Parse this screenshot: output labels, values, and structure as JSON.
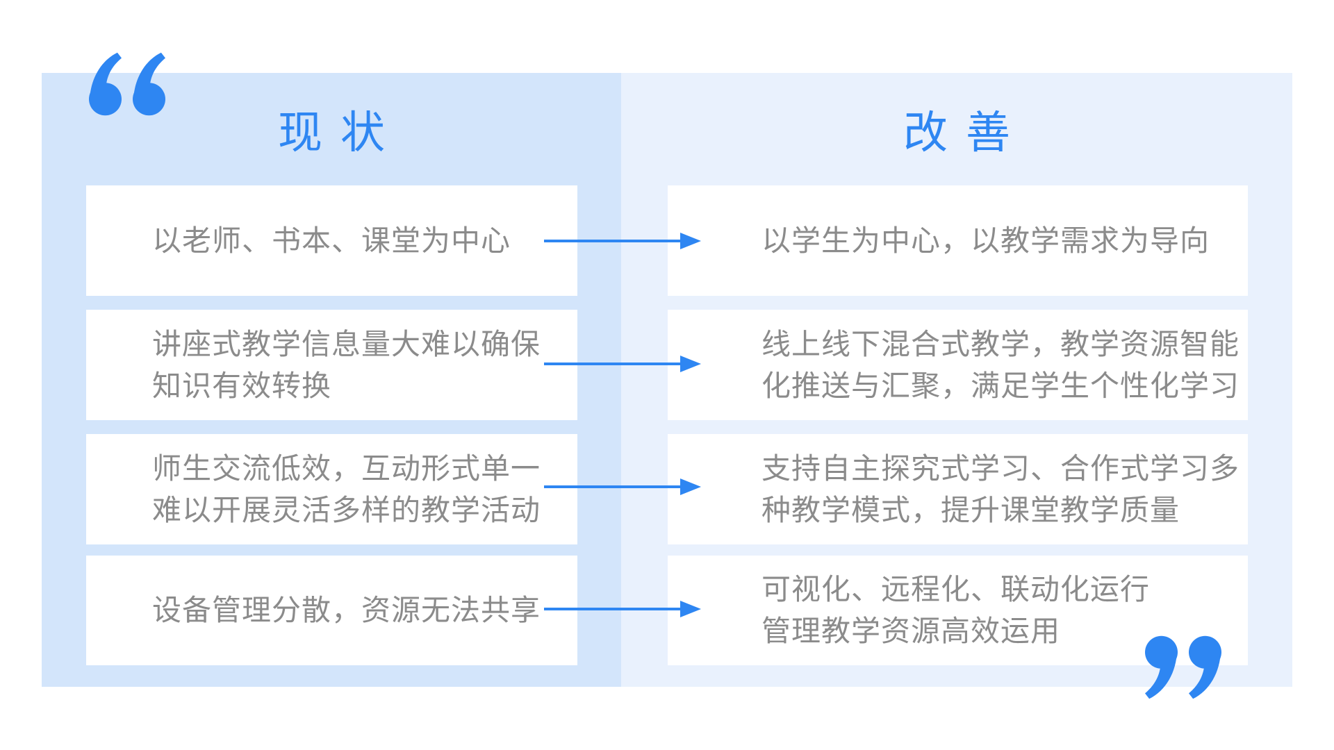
{
  "colors": {
    "accent_blue": "#2e86f2",
    "left_panel_bg": "#d3e5fb",
    "right_panel_bg": "#e9f1fd",
    "card_bg": "#ffffff",
    "body_text": "#8b8b8b"
  },
  "icons": {
    "open_quote": "open-quote-icon",
    "close_quote": "close-quote-icon",
    "arrow": "right-arrow-icon"
  },
  "panels": {
    "left": {
      "title": "现状",
      "rows": [
        {
          "text": "以老师、书本、课堂为中心"
        },
        {
          "text": "讲座式教学信息量大难以确保\n知识有效转换"
        },
        {
          "text": "师生交流低效，互动形式单一\n难以开展灵活多样的教学活动"
        },
        {
          "text": "设备管理分散，资源无法共享"
        }
      ]
    },
    "right": {
      "title": "改善",
      "rows": [
        {
          "text": "以学生为中心，以教学需求为导向"
        },
        {
          "text": "线上线下混合式教学，教学资源智能\n化推送与汇聚，满足学生个性化学习"
        },
        {
          "text": "支持自主探究式学习、合作式学习多\n种教学模式，提升课堂教学质量"
        },
        {
          "text": "可视化、远程化、联动化运行\n管理教学资源高效运用"
        }
      ]
    }
  }
}
